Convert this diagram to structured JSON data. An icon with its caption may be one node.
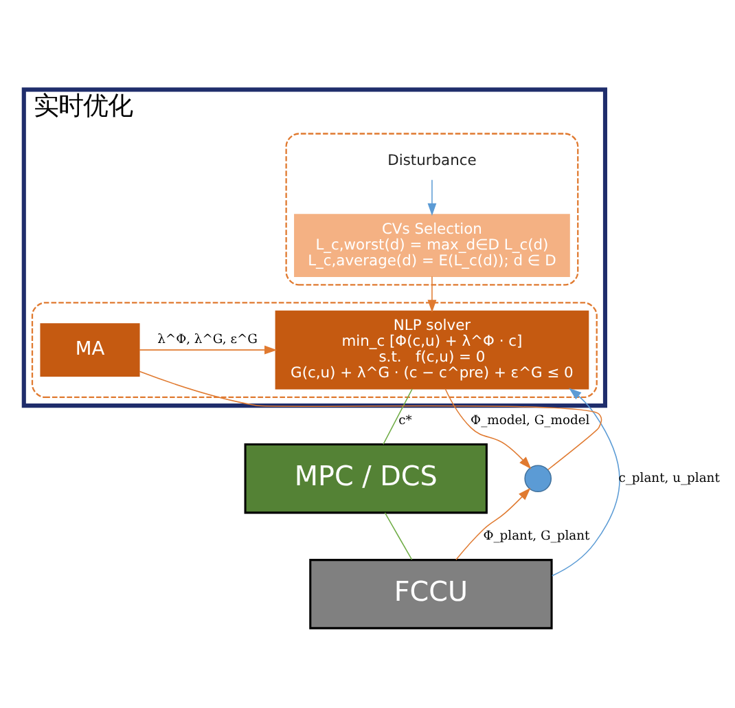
{
  "diagram": {
    "nodes": [
      {
        "text": [
          "实时优化"
        ]
      },
      {
        "text": [],
        "shape": "box",
        "in": 0
      },
      {
        "text": [
          "CVs Selection",
          "L_c,worst(d) = max_d∈D L_c(d)",
          "L_c,average(d) = E(L_c(d)); d ∈ D"
        ],
        "in": 1
      },
      {
        "text": [
          "Disturbance"
        ],
        "in": 1
      },
      {
        "text": [],
        "shape": "box",
        "in": 0
      },
      {
        "text": [
          "NLP solver",
          "min_c [Φ(c,u) + λ^Φ · c]",
          "s.t.   f(c,u) = 0",
          "G(c,u) + λ^G · (c − c^pre) + ε^G ≤ 0"
        ],
        "in": 4
      },
      {
        "text": [
          "MA"
        ],
        "in": 4
      },
      {
        "text": [
          "MPC / DCS"
        ]
      },
      {
        "text": [
          "FCCU"
        ]
      },
      {
        "text": [],
        "shape": "circle"
      }
    ],
    "edges": [
      {
        "from": 3,
        "to": 2,
        "arrow": "to",
        "color": "#5b9bd5"
      },
      {
        "from": 2,
        "to": 5,
        "arrow": "to"
      },
      {
        "from": 6,
        "to": 5,
        "arrow": "to",
        "label": "λ^Φ, λ^G, ε^G"
      },
      {
        "from": 5,
        "to": 7,
        "arrow": "none",
        "label": "c*",
        "color": "#70ad47"
      },
      {
        "from": 7,
        "to": 8,
        "arrow": "none",
        "color": "#70ad47"
      },
      {
        "from": 5,
        "to": 9,
        "arrow": "to",
        "label": "Φ_model, G_model"
      },
      {
        "from": 8,
        "to": 9,
        "arrow": "to",
        "label": "Φ_plant, G_plant"
      },
      {
        "from": 9,
        "to": 6,
        "arrow": "none"
      },
      {
        "from": 8,
        "to": 5,
        "arrow": "to",
        "label": "c_plant, u_plant",
        "color": "#5b9bd5"
      }
    ]
  }
}
